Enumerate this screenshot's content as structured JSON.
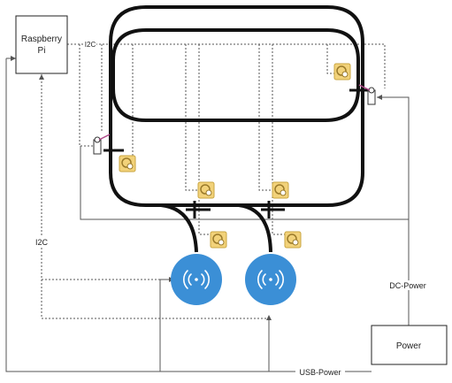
{
  "nodes": {
    "raspberry_pi": {
      "label_line1": "Raspberry",
      "label_line2": "Pi"
    },
    "power": {
      "label": "Power"
    }
  },
  "edge_labels": {
    "i2c_top": "I2C",
    "i2c_left": "I2C",
    "dc_power": "DC-Power",
    "usb_power": "USB-Power"
  },
  "colors": {
    "track": "#111111",
    "wire": "#555555",
    "wireless_reader": "#3b8fd6",
    "sensor_badge": "#f2d27a",
    "sensor_badge_stroke": "#c9a642",
    "sensor_arm": "#b0488a"
  },
  "icons": {
    "wireless_reader": "wireless-signal-icon",
    "sensor_badge": "sensor-icon",
    "servo": "servo-motor-icon"
  }
}
